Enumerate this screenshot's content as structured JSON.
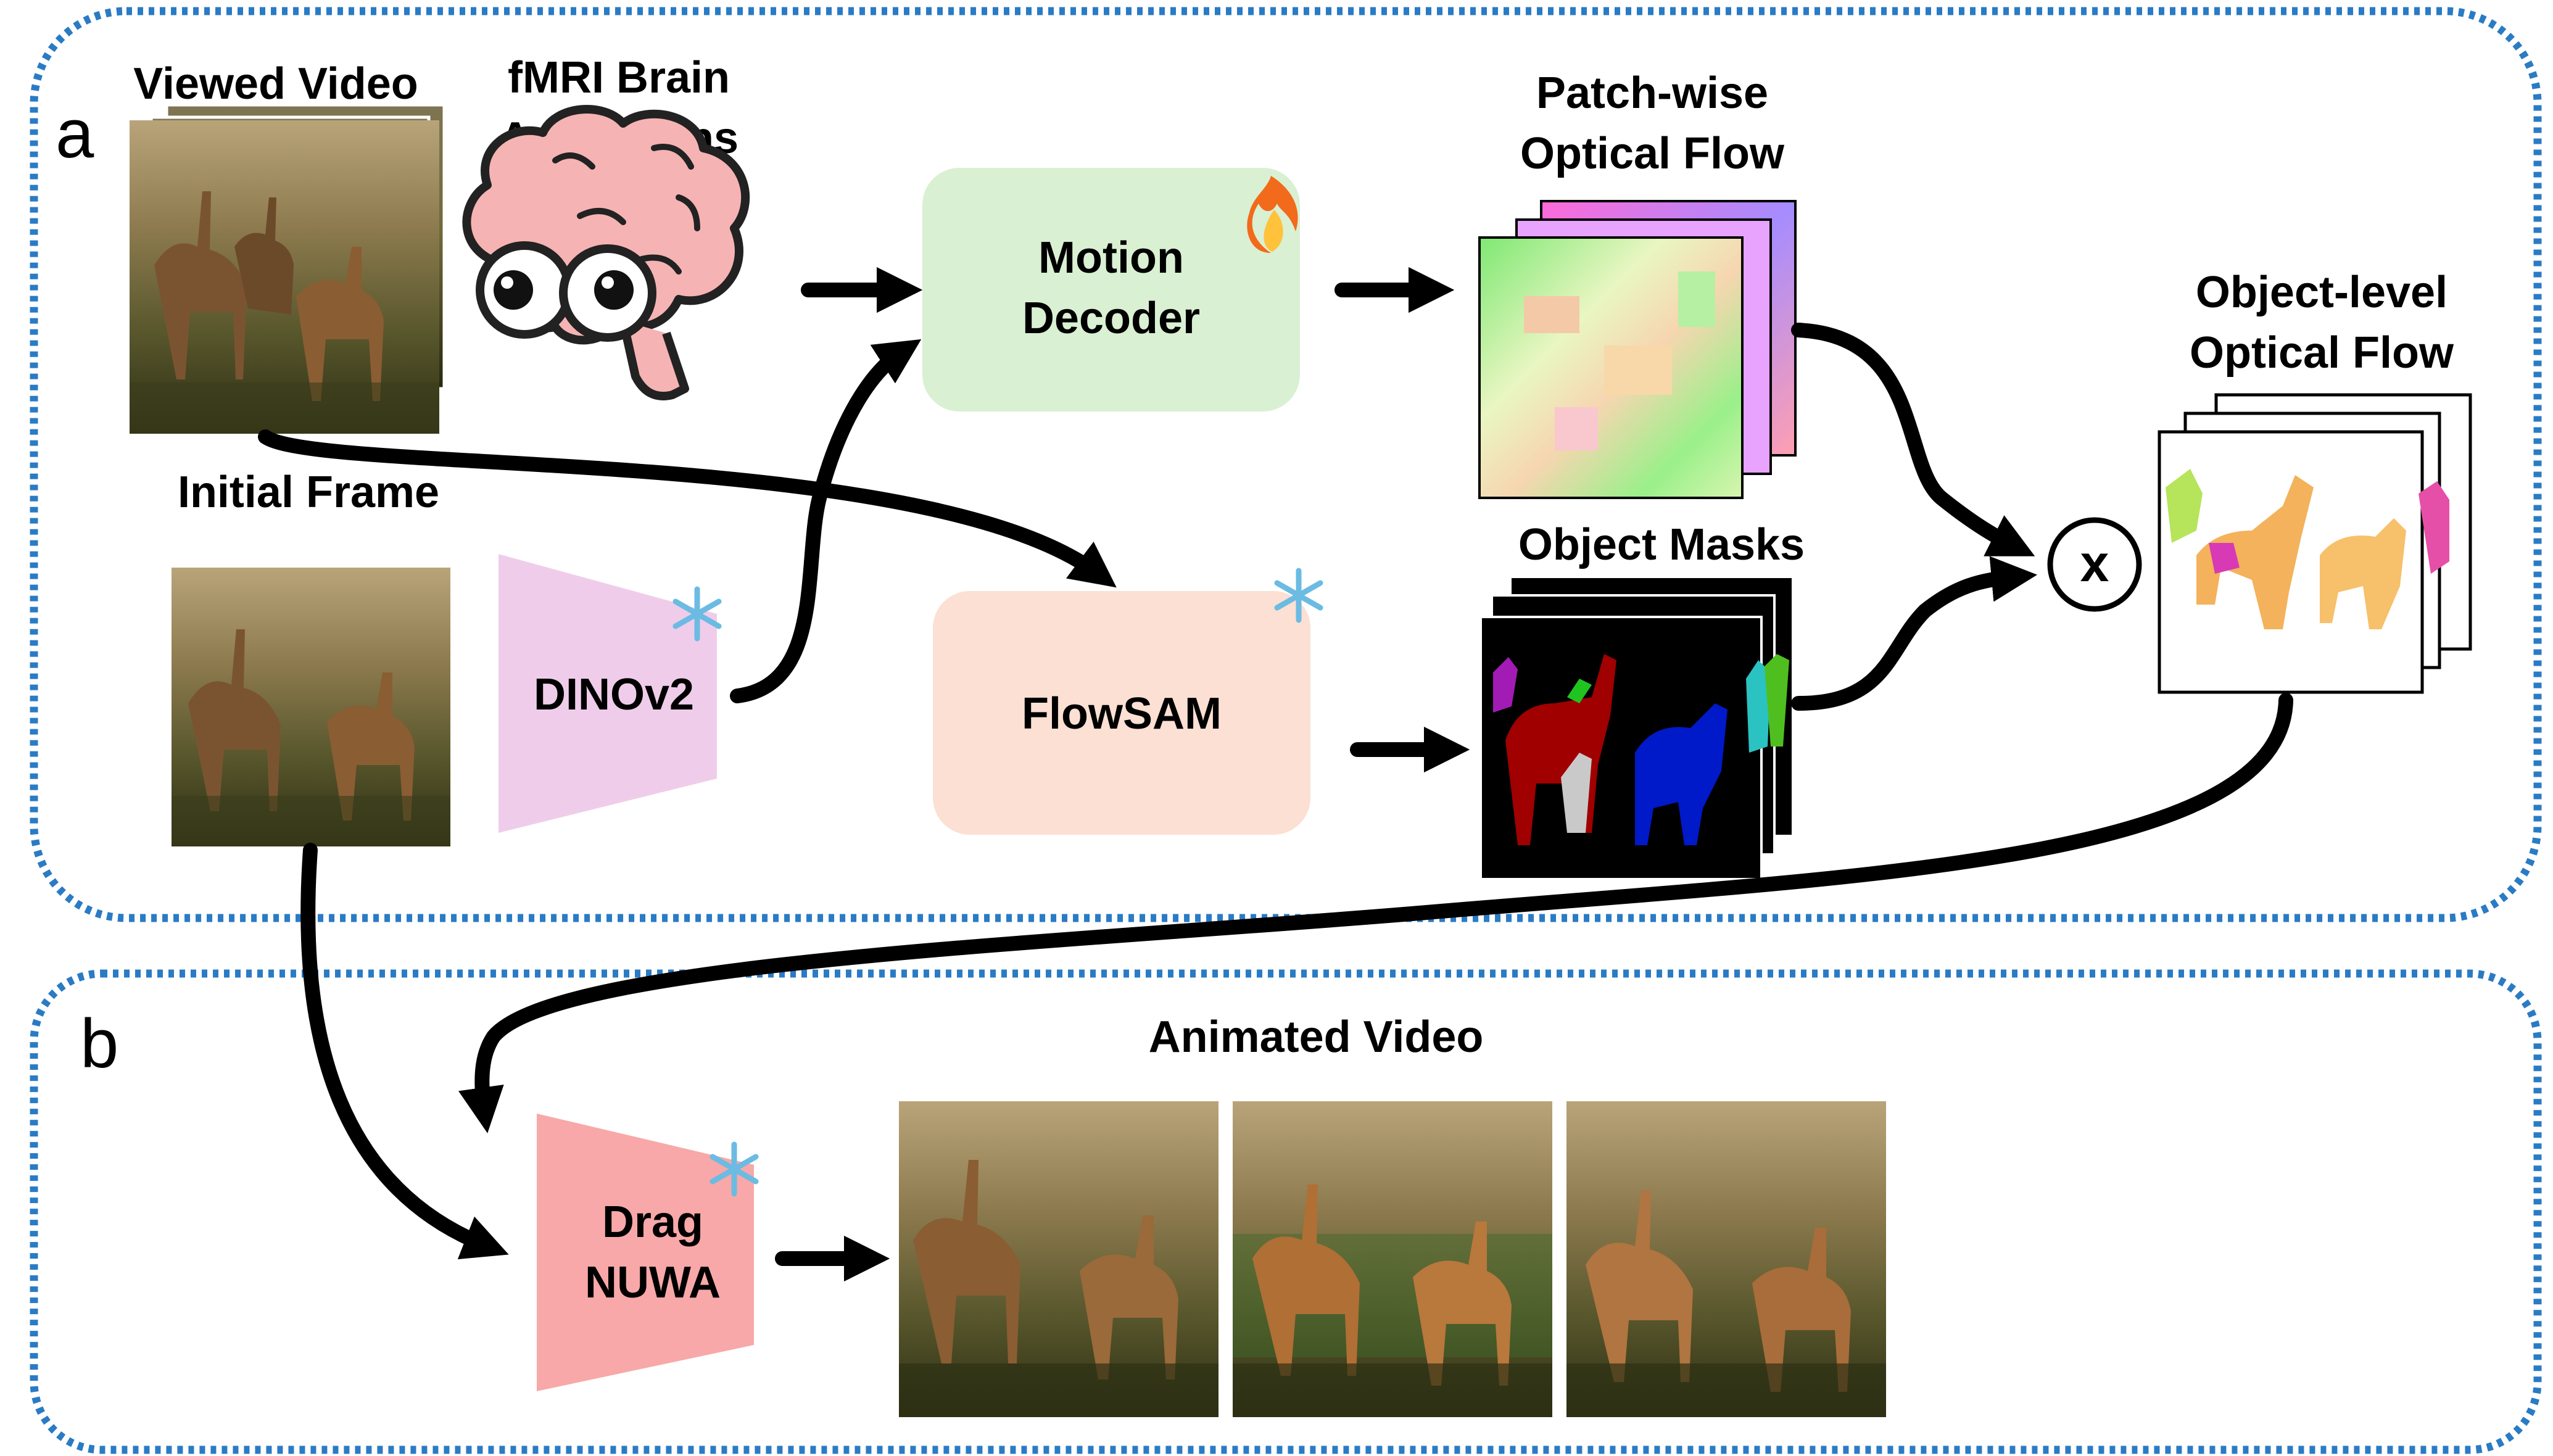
{
  "panels": {
    "a": {
      "letter": "a"
    },
    "b": {
      "letter": "b"
    }
  },
  "labels": {
    "viewed_video": "Viewed Video",
    "fmri_line1": "fMRI Brain",
    "fmri_line2": "Activations",
    "initial_frame": "Initial Frame",
    "patch_flow_line1": "Patch-wise",
    "patch_flow_line2": "Optical Flow",
    "object_masks": "Object Masks",
    "object_flow_line1": "Object-level",
    "object_flow_line2": "Optical Flow",
    "animated_video": "Animated Video"
  },
  "modules": {
    "motion_decoder": {
      "line1": "Motion",
      "line2": "Decoder",
      "state": "trainable",
      "badge_icon": "fire-icon"
    },
    "flowsam": {
      "label": "FlowSAM",
      "state": "frozen",
      "badge_icon": "snowflake-icon"
    },
    "dinov2": {
      "label": "DINOv2",
      "state": "frozen",
      "badge_icon": "snowflake-icon"
    },
    "dragnuwa": {
      "line1": "Drag",
      "line2": "NUWA",
      "state": "frozen",
      "badge_icon": "snowflake-icon"
    }
  },
  "multiply_symbol": "x",
  "colors": {
    "panel_border": "#2a7bc4",
    "motion_decoder_fill": "#d9f0d3",
    "flowsam_fill": "#fbe0d3",
    "dinov2_fill": "#efcdea",
    "dragnuwa_fill": "#f8a8a8",
    "arrow": "#000000"
  }
}
